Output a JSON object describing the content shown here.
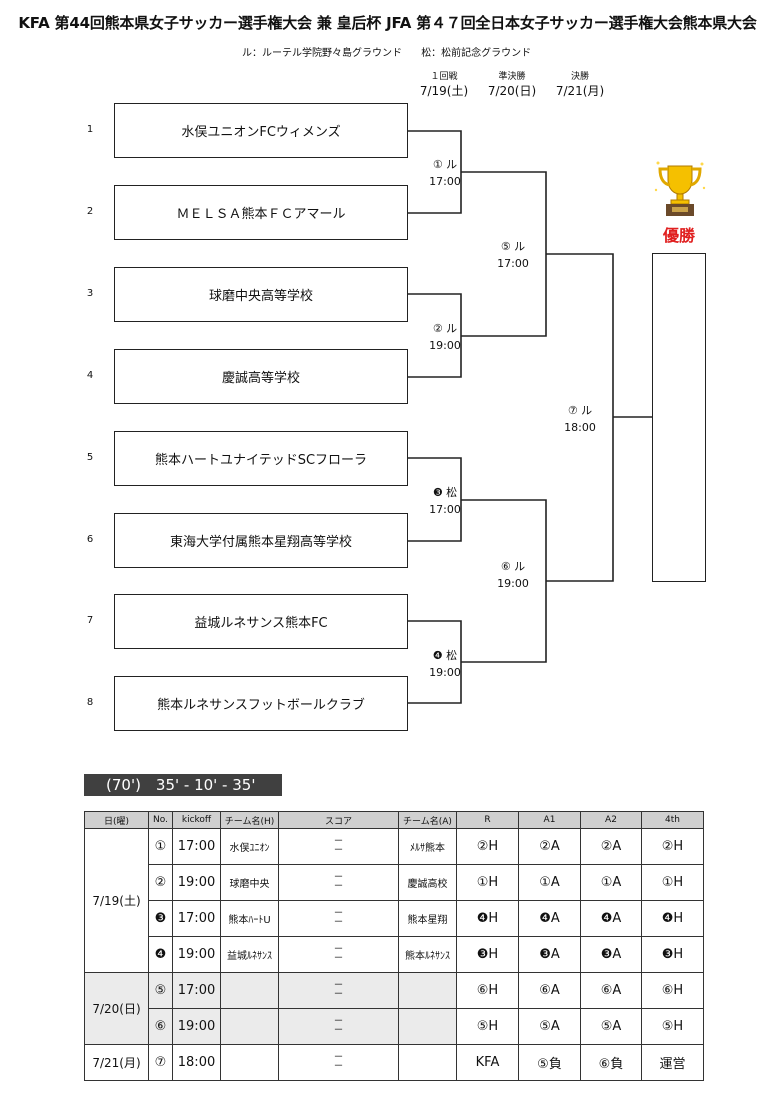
{
  "title": "KFA 第44回熊本県女子サッカー選手権大会 兼 皇后杯 JFA 第４７回全日本女子サッカー選手権大会熊本県大会",
  "venues": [
    "ル：ルーテル学院野々島グラウンド",
    "松：松前記念グラウンド"
  ],
  "rounds": [
    {
      "name": "１回戦",
      "date": "7/19(土)"
    },
    {
      "name": "準決勝",
      "date": "7/20(日)"
    },
    {
      "name": "決勝",
      "date": "7/21(月)"
    }
  ],
  "teams": [
    {
      "seed": "1",
      "name": "水俣ユニオンFCウィメンズ"
    },
    {
      "seed": "2",
      "name": "ＭＥＬＳＡ熊本ＦＣアマール"
    },
    {
      "seed": "3",
      "name": "球磨中央高等学校"
    },
    {
      "seed": "4",
      "name": "慶誠高等学校"
    },
    {
      "seed": "5",
      "name": "熊本ハートユナイテッドSCフローラ"
    },
    {
      "seed": "6",
      "name": "東海大学付属熊本星翔高等学校"
    },
    {
      "seed": "7",
      "name": "益城ルネサンス熊本FC"
    },
    {
      "seed": "8",
      "name": "熊本ルネサンスフットボールクラブ"
    }
  ],
  "matches": [
    {
      "label": "① ル",
      "time": "17:00"
    },
    {
      "label": "② ル",
      "time": "19:00"
    },
    {
      "label": "❸ 松",
      "time": "17:00"
    },
    {
      "label": "❹ 松",
      "time": "19:00"
    },
    {
      "label": "⑤ ル",
      "time": "17:00"
    },
    {
      "label": "⑥ ル",
      "time": "19:00"
    },
    {
      "label": "⑦ ル",
      "time": "18:00"
    }
  ],
  "champion": {
    "label": "優勝",
    "icon": "trophy-icon"
  },
  "format": "(70')　35' - 10' - 35'",
  "schedule": {
    "headers": [
      "日(曜)",
      "No.",
      "kickoff",
      "チーム名(H)",
      "スコア",
      "チーム名(A)",
      "R",
      "A1",
      "A2",
      "4th"
    ],
    "score_placeholder": [
      "－",
      "－"
    ],
    "days": [
      {
        "date": "7/19(土)",
        "rows": [
          {
            "no": "①",
            "kickoff": "17:00",
            "home": "水俣ﾕﾆｵﾝ",
            "away": "ﾒﾙｻ熊本",
            "r": "②H",
            "a1": "②A",
            "a2": "②A",
            "fourth": "②H"
          },
          {
            "no": "②",
            "kickoff": "19:00",
            "home": "球磨中央",
            "away": "慶誠高校",
            "r": "①H",
            "a1": "①A",
            "a2": "①A",
            "fourth": "①H"
          },
          {
            "no": "❸",
            "kickoff": "17:00",
            "home": "熊本ﾊｰﾄU",
            "away": "熊本星翔",
            "r": "❹H",
            "a1": "❹A",
            "a2": "❹A",
            "fourth": "❹H"
          },
          {
            "no": "❹",
            "kickoff": "19:00",
            "home": "益城ﾙﾈｻﾝｽ",
            "away": "熊本ﾙﾈｻﾝｽ",
            "r": "❸H",
            "a1": "❸A",
            "a2": "❸A",
            "fourth": "❸H"
          }
        ]
      },
      {
        "date": "7/20(日)",
        "rows": [
          {
            "no": "⑤",
            "kickoff": "17:00",
            "home": "",
            "away": "",
            "r": "⑥H",
            "a1": "⑥A",
            "a2": "⑥A",
            "fourth": "⑥H"
          },
          {
            "no": "⑥",
            "kickoff": "19:00",
            "home": "",
            "away": "",
            "r": "⑤H",
            "a1": "⑤A",
            "a2": "⑤A",
            "fourth": "⑤H"
          }
        ]
      },
      {
        "date": "7/21(月)",
        "rows": [
          {
            "no": "⑦",
            "kickoff": "18:00",
            "home": "",
            "away": "",
            "r": "KFA",
            "a1": "⑤負",
            "a2": "⑥負",
            "fourth": "運営"
          }
        ]
      }
    ]
  }
}
